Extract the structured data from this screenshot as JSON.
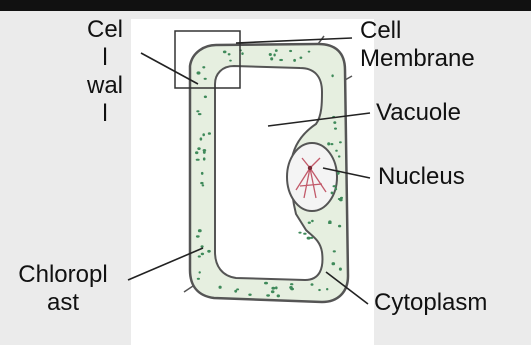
{
  "labels": {
    "cell_wall": [
      "Cel",
      "l",
      "wal",
      "l"
    ],
    "cell_membrane": [
      "Cell",
      "Membrane"
    ],
    "vacuole": "Vacuole",
    "nucleus": "Nucleus",
    "chloroplast": [
      "Chloropl",
      "ast"
    ],
    "cytoplasm": "Cytoplasm"
  },
  "colors": {
    "background": "#ebebeb",
    "panel": "#ffffff",
    "cytoplasm_fill": "#e6efe0",
    "dots": "#3f8a5a",
    "outline": "#555555",
    "nucleus_marks": "#c25a6a"
  }
}
